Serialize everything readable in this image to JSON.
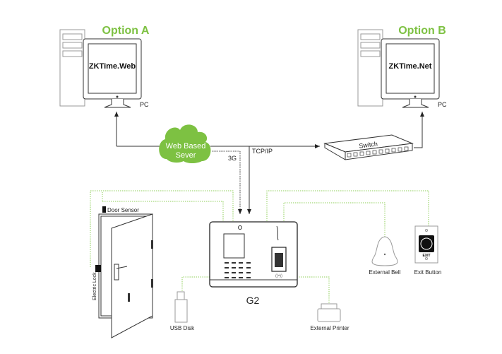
{
  "option_a": {
    "title": "Option A",
    "software": "ZKTime.Web",
    "pc_label": "PC"
  },
  "option_b": {
    "title": "Option B",
    "software": "ZKTime.Net",
    "pc_label": "PC"
  },
  "cloud": {
    "line1": "Web Based",
    "line2": "Sever",
    "color": "#7dc142"
  },
  "switch": {
    "label": "Switch"
  },
  "links": {
    "g3": "3G",
    "tcpip": "TCP/IP"
  },
  "device": {
    "label": "G2"
  },
  "peripherals": {
    "door_sensor": "Door Sensor",
    "electric_lock": "Electric Lock",
    "usb_disk": "USB Disk",
    "external_printer": "External Printer",
    "external_bell": "External Bell",
    "exit_button": "Exit Button",
    "exit_text": "EXIT"
  },
  "colors": {
    "accent": "#7dc142",
    "wiring": "#8fcf5a"
  }
}
